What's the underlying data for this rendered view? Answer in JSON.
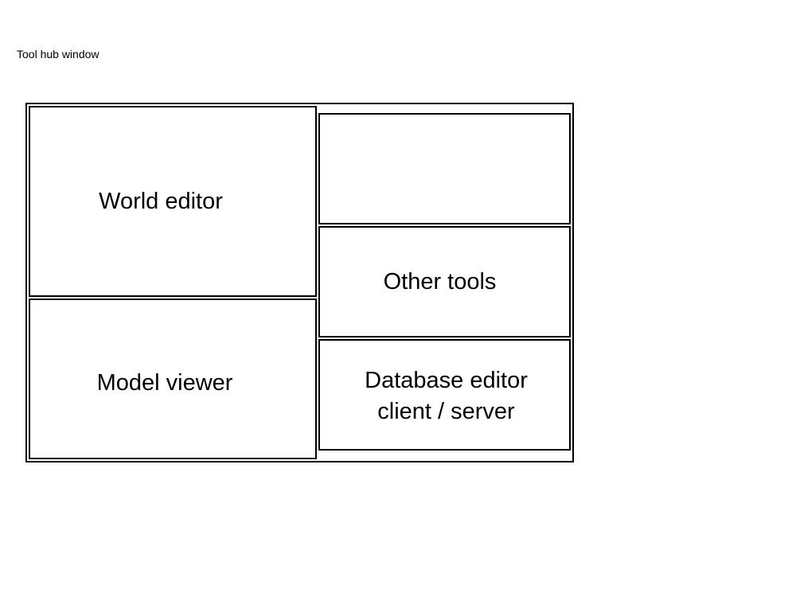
{
  "caption": "Tool hub window",
  "panels": {
    "world_editor": "World editor",
    "model_viewer": "Model viewer",
    "other_tools": "Other tools",
    "database_editor": "Database editor\nclient / server"
  },
  "colors": {
    "background": "#ffffff",
    "border": "#000000",
    "text": "#000000"
  }
}
